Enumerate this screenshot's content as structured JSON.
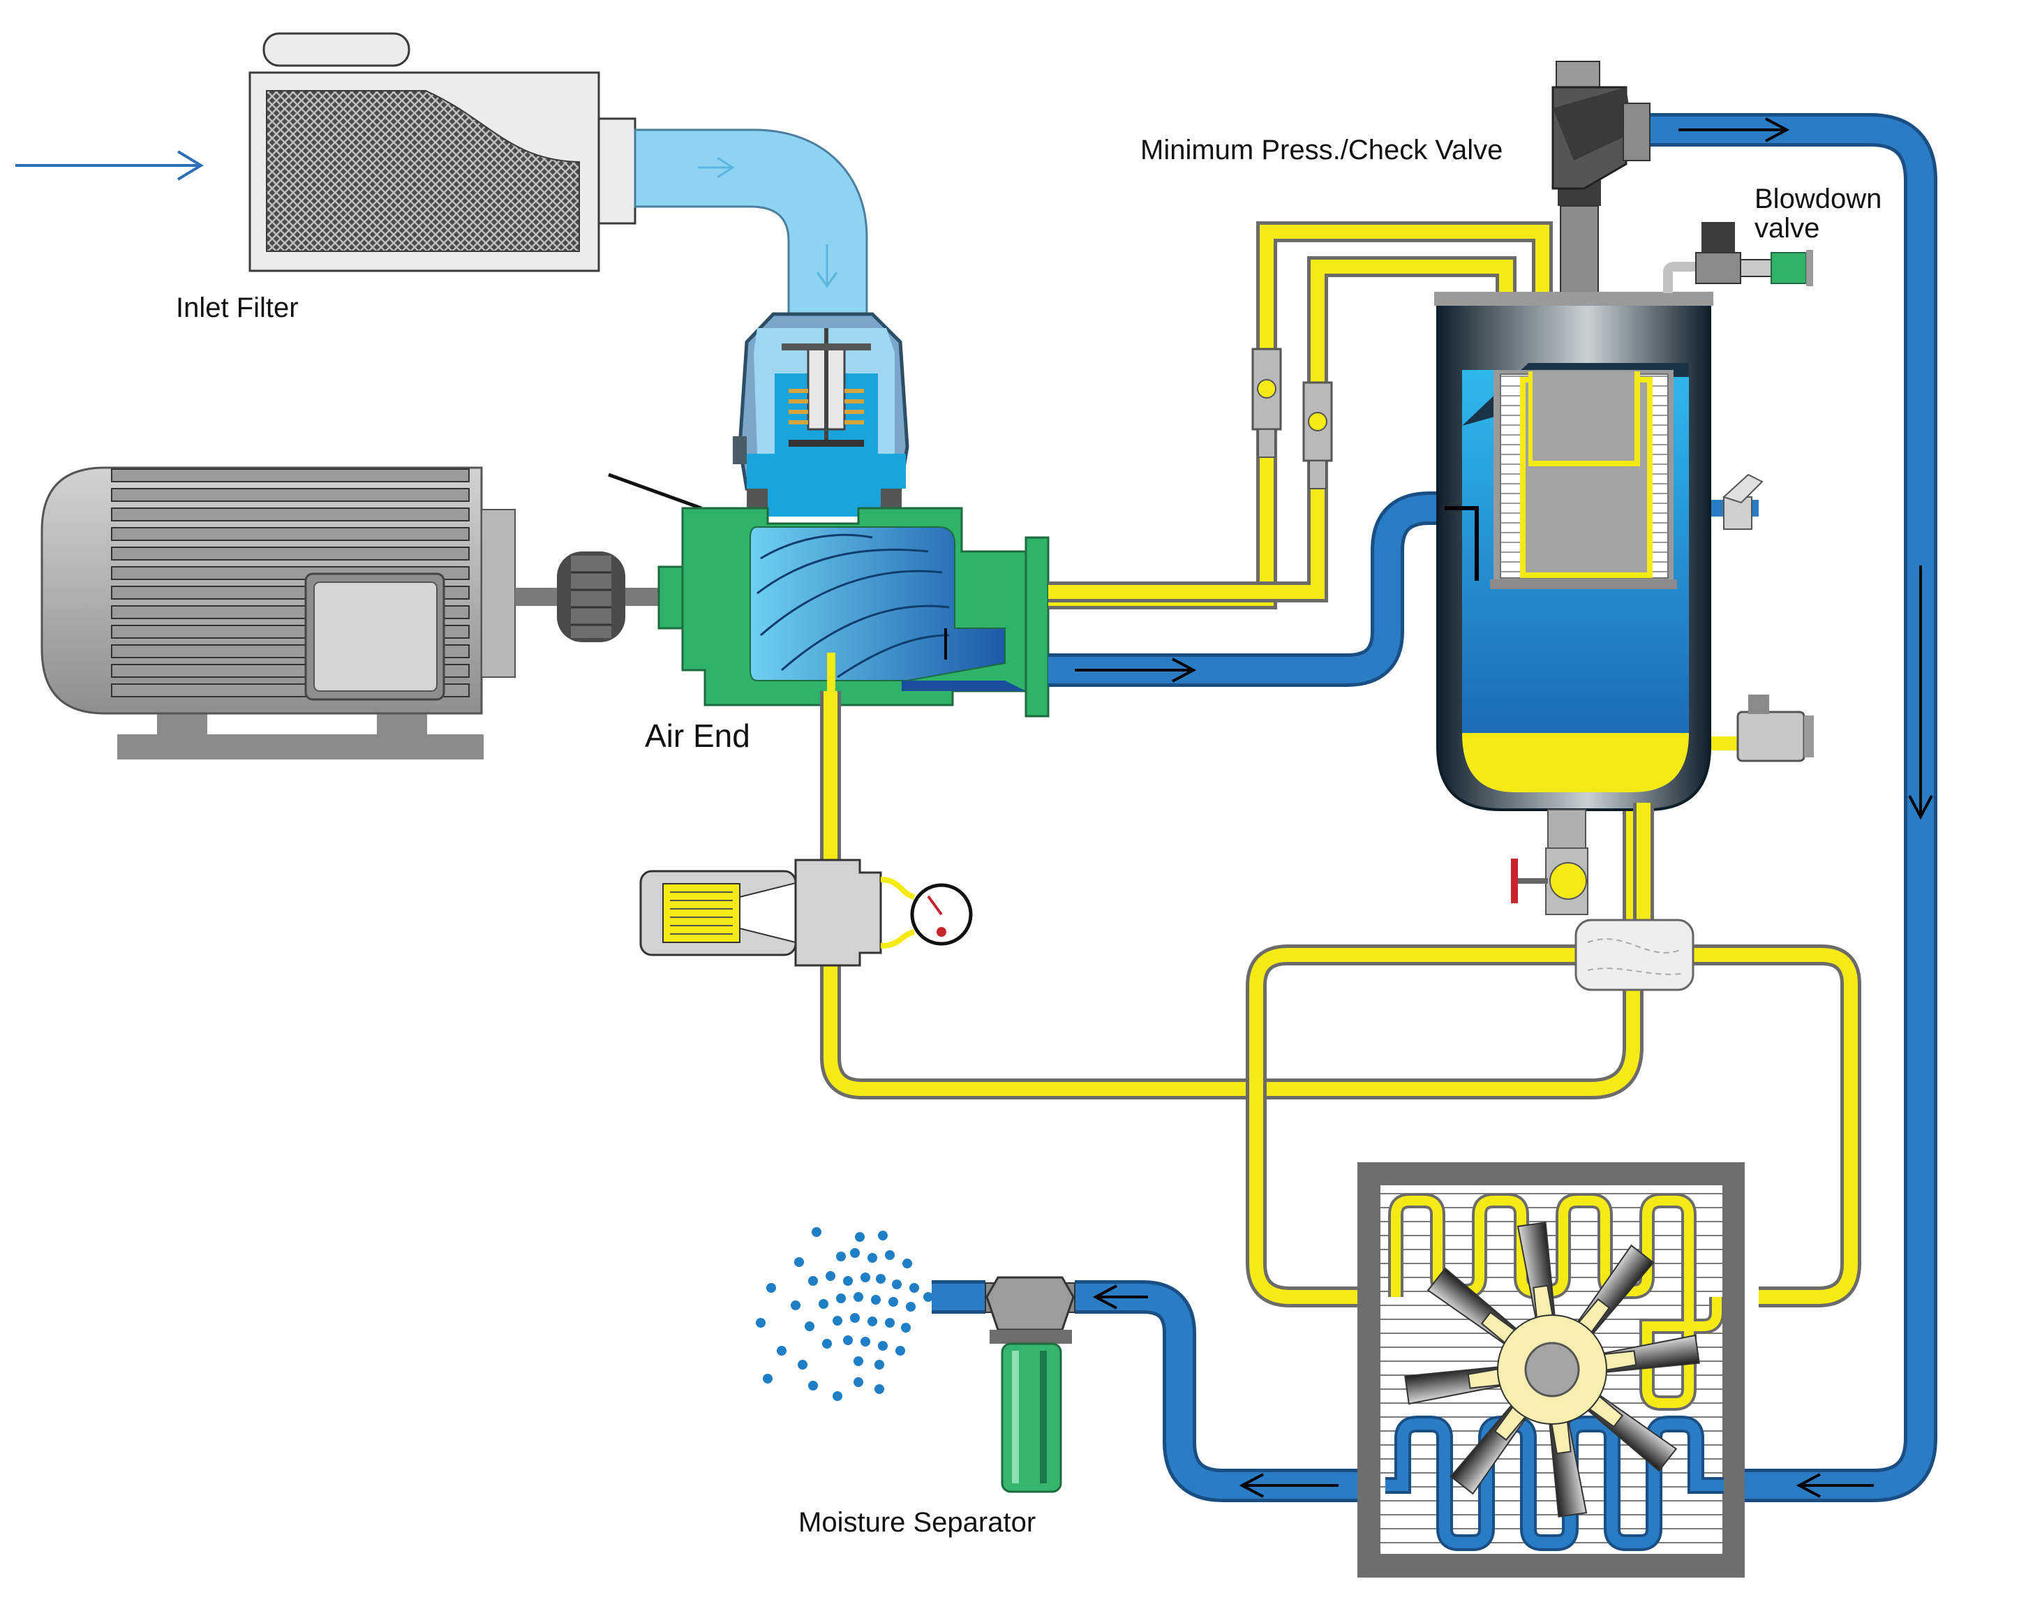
{
  "labels": {
    "inlet_filter": "Inlet Filter",
    "air_end": "Air End",
    "min_press_check_valve": "Minimum Press./Check Valve",
    "blowdown_line1": "Blowdown",
    "blowdown_line2": "valve",
    "moisture_separator": "Moisture Separator"
  },
  "colors": {
    "oil": "#f5ea14",
    "oil_outline": "#6b6b6b",
    "air_pipe": "#2a7cc4",
    "air_pipe_outline": "#1a4f85",
    "intake_air": "#8fd3f2",
    "air_end_body": "#2fb36a",
    "motor": "#a9a9aa",
    "separator_housing": "#1d3b4e",
    "cooler_frame": "#6e6e6e",
    "filter_bowl": "#35b56e",
    "droplets": "#1f7fc6",
    "handle_red": "#c8242c"
  },
  "icons": {
    "flow_direction": "arrow-icon",
    "pressure_gauge": "gauge-icon",
    "cooling_fan": "fan-icon",
    "drain_valve": "valve-handle-icon"
  }
}
